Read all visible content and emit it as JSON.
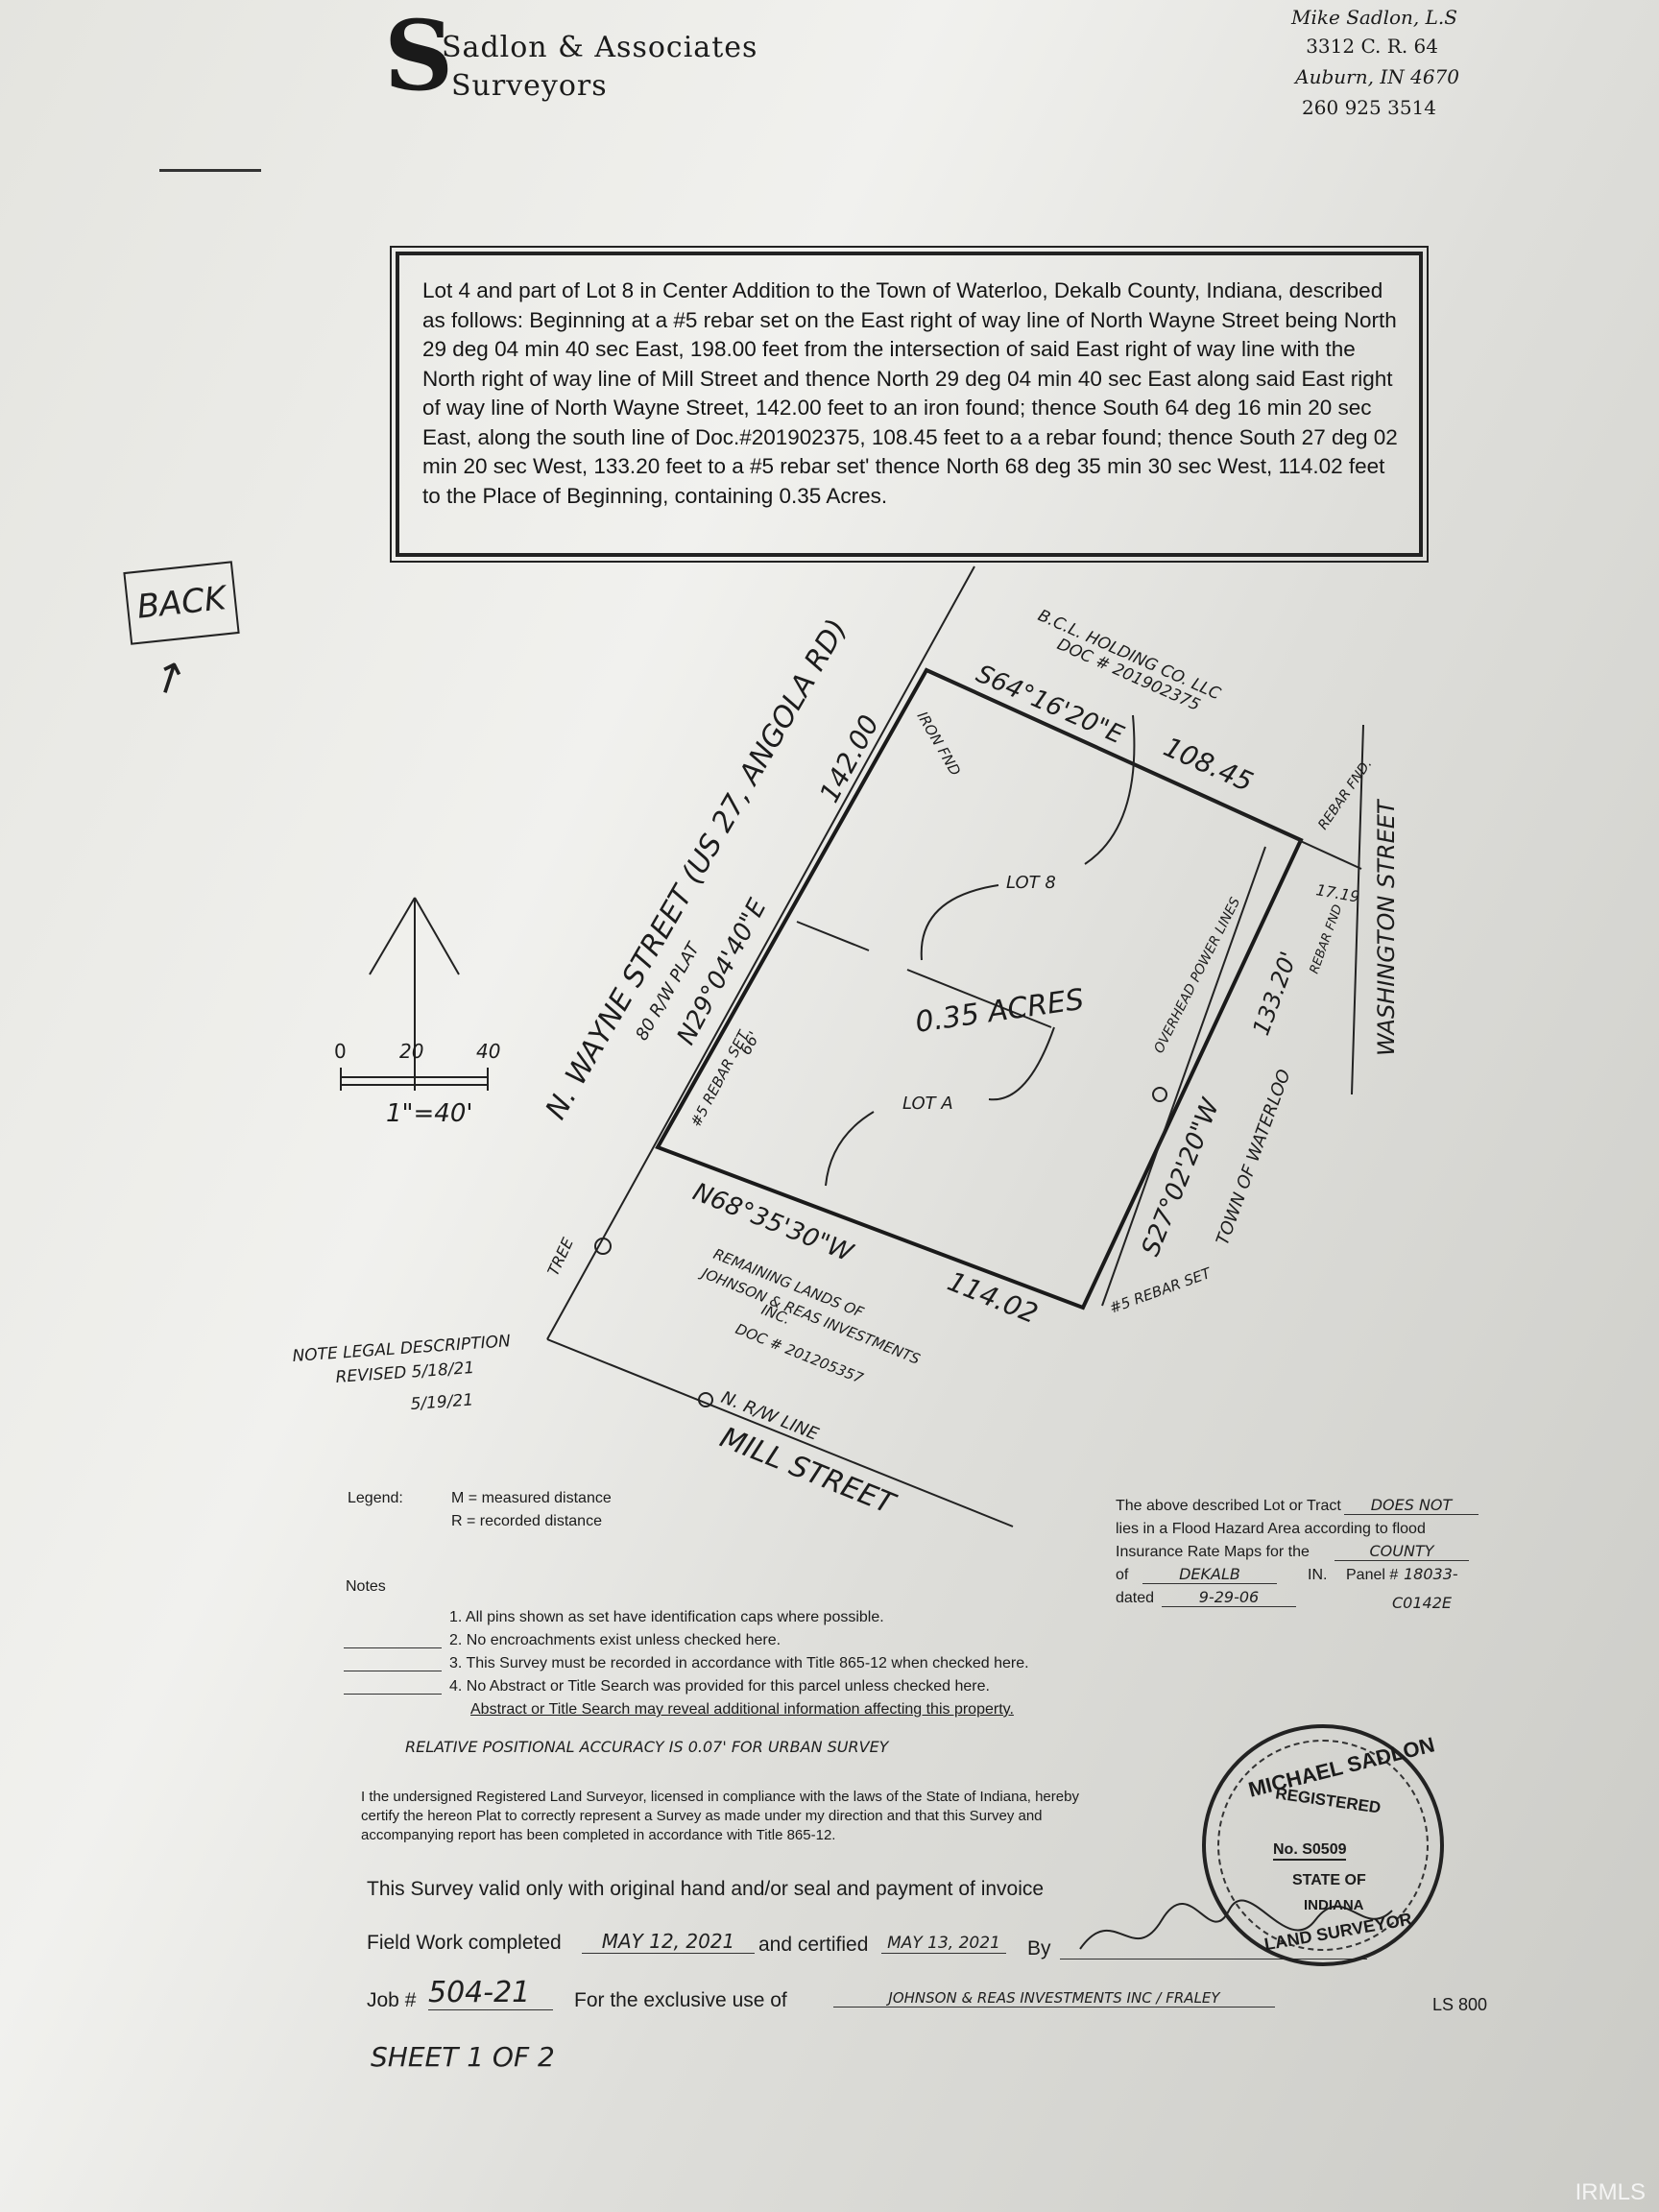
{
  "firm": {
    "name_line1": "Sadlon & Associates",
    "name_line2": "Surveyors",
    "surveyor": "Mike Sadlon, L.S",
    "street": "3312 C. R. 64",
    "city": "Auburn, IN 4670",
    "phone": "260 925 3514"
  },
  "legal_description": "Lot 4 and part of Lot 8 in Center Addition to the Town of Waterloo, Dekalb County, Indiana, described as follows: Beginning at a #5 rebar set on the East right of way line of North Wayne Street being North 29 deg 04 min 40 sec East, 198.00 feet from the intersection of said East right of way line with the North right of way line of Mill Street and thence North 29 deg 04 min 40 sec East along said East right of way line of North Wayne Street, 142.00 feet to an iron found; thence South 64 deg 16 min 20 sec East, along the south line of Doc.#201902375, 108.45 feet to a a rebar found; thence South 27 deg 02 min 20 sec West, 133.20 feet to a #5 rebar set' thence North 68 deg 35 min 30 sec West, 114.02 feet to the Place of Beginning, containing 0.35 Acres.",
  "margin_mark": "BACK",
  "scale": {
    "ticks": [
      "0",
      "20",
      "40"
    ],
    "label": "1\"=40'"
  },
  "plat": {
    "streets": {
      "wayne": "N. WAYNE STREET (US 27, ANGOLA RD)",
      "wayne_row": "80 R/W PLAT",
      "mill": "MILL STREET",
      "mill_row": "N. R/W LINE",
      "washington": "WASHINGTON STREET"
    },
    "bearings": {
      "west": "N29°04'40\"E",
      "north": "S64°16'20\"E",
      "east": "S27°02'20\"W",
      "south": "N68°35'30\"W"
    },
    "distances": {
      "west": "142.00",
      "north": "108.45",
      "east": "133.20'",
      "south": "114.02",
      "washington_offset": "17.19",
      "wayne_width": "66'"
    },
    "area": "0.35 ACRES",
    "lots": [
      "LOT 8",
      "LOT A"
    ],
    "labels": {
      "north_owner": "B.C.L. HOLDING CO. LLC",
      "north_doc": "DOC # 201902375",
      "iron_found": "IRON FND",
      "rebar_found": "REBAR FND.",
      "rebar_found_2": "REBAR FND",
      "rebar_set_w": "#5 REBAR SET",
      "rebar_set_e": "#5 REBAR SET",
      "south_owner_1": "REMAINING LANDS OF",
      "south_owner_2": "JOHNSON & REAS INVESTMENTS",
      "south_owner_3": "INC.",
      "south_doc": "DOC # 201205357",
      "power_lines": "OVERHEAD POWER LINES",
      "town": "TOWN OF WATERLOO",
      "tree": "TREE",
      "revision_1": "NOTE LEGAL DESCRIPTION",
      "revision_2": "REVISED 5/18/21",
      "revision_3": "5/19/21"
    }
  },
  "legend": {
    "title": "Legend:",
    "m": "M = measured distance",
    "r": "R = recorded distance"
  },
  "flood": {
    "line1": "The above described Lot or Tract",
    "value1": "DOES NOT",
    "line2": "lies in a Flood Hazard Area according to flood",
    "line3": "Insurance Rate Maps for the",
    "value3": "COUNTY",
    "of_label": "of",
    "county": "DEKALB",
    "in_label": "IN.",
    "panel_label": "Panel #",
    "panel": "18033-",
    "panel_suffix": "C0142E",
    "dated_label": "dated",
    "date": "9-29-06"
  },
  "notes": {
    "title": "Notes",
    "items": [
      "1. All pins shown as set have identification caps where possible.",
      "2. No encroachments exist unless checked here.",
      "3. This Survey must be recorded in accordance with Title 865-12 when checked here.",
      "4. No Abstract or Title Search was provided for this parcel unless checked here."
    ],
    "abstract": "Abstract or Title Search may reveal additional information affecting this property."
  },
  "accuracy": "RELATIVE POSITIONAL ACCURACY IS 0.07' FOR URBAN SURVEY",
  "certification": "I the undersigned Registered Land Surveyor, licensed in compliance with the laws of the State of Indiana, hereby certify the hereon Plat to correctly represent a Survey as made under my direction and that this Survey and accompanying report has been completed in accordance with Title 865-12.",
  "valid_text": "This Survey valid only with original hand and/or seal and payment of invoice",
  "field_work": {
    "label": "Field Work completed",
    "date": "MAY 12, 2021",
    "certified_label": "and certified",
    "certified_date": "MAY 13, 2021",
    "by_label": "By"
  },
  "job": {
    "label": "Job #",
    "number": "504-21",
    "exclusive_label": "For the exclusive use of",
    "client": "JOHNSON & REAS INVESTMENTS INC / FRALEY",
    "ls": "LS 800"
  },
  "sheet": "SHEET 1 OF 2",
  "seal": {
    "name": "MICHAEL SADLON",
    "registered": "REGISTERED",
    "number": "No. S0509",
    "state": "STATE OF",
    "indiana": "INDIANA",
    "role": "LAND SURVEYOR"
  },
  "watermark": "IRMLS"
}
